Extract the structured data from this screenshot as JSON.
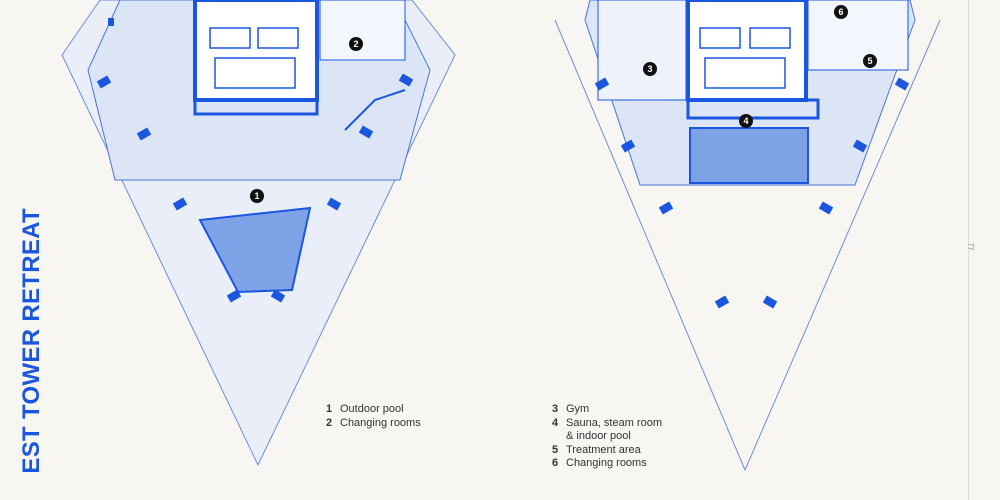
{
  "title": "EST TOWER RETREAT",
  "page_number": "77",
  "plan_markers": [
    "1",
    "2",
    "3",
    "4",
    "5",
    "6"
  ],
  "legend_left": [
    {
      "num": "1",
      "label": "Outdoor pool"
    },
    {
      "num": "2",
      "label": "Changing rooms"
    }
  ],
  "legend_right": [
    {
      "num": "3",
      "label": "Gym"
    },
    {
      "num": "4",
      "label": "Sauna, steam room",
      "cont": "& indoor pool"
    },
    {
      "num": "5",
      "label": "Treatment area"
    },
    {
      "num": "6",
      "label": "Changing rooms"
    }
  ],
  "colors": {
    "accent": "#1a56e0",
    "floor": "#e8eef9",
    "line": "#4a76d8",
    "background": "#f8f6f3"
  }
}
